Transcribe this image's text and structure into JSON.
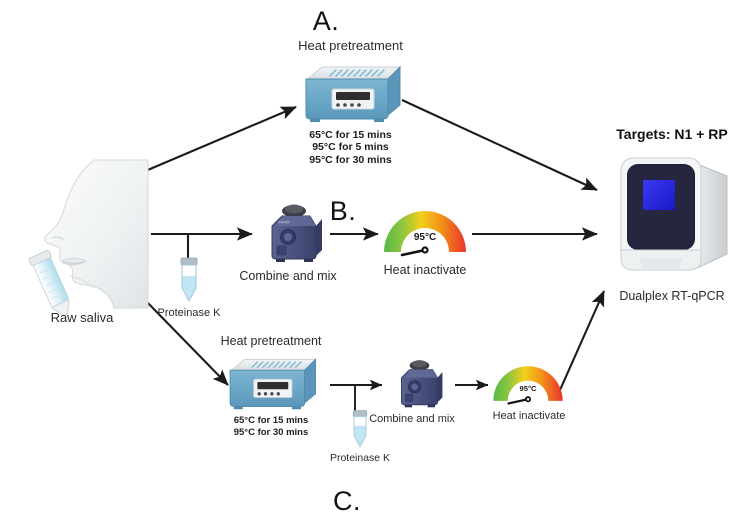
{
  "figure": {
    "panels": [
      {
        "id": "A",
        "label": "A."
      },
      {
        "id": "B",
        "label": "B."
      },
      {
        "id": "C",
        "label": "C."
      }
    ]
  },
  "sample": {
    "label": "Raw saliva",
    "icon": "face-profile-with-saliva-tube-icon"
  },
  "panel_a": {
    "letter": "A.",
    "heat_title": "Heat pretreatment",
    "conditions": [
      "65°C for 15 mins",
      "95°C for 5 mins",
      "95°C for 30 mins"
    ],
    "icon": "heat-block-icon"
  },
  "panel_b": {
    "letter": "B.",
    "reagent_label": "Proteinase K",
    "mix_label": "Combine and mix",
    "inactivate_label": "Heat inactivate",
    "gauge_value": "95°C",
    "icons": {
      "reagent": "microcentrifuge-tube-icon",
      "mixer": "vortex-mixer-icon",
      "gauge": "temperature-gauge-icon"
    }
  },
  "panel_c": {
    "letter": "C.",
    "heat_title": "Heat pretreatment",
    "conditions": [
      "65°C for 15 mins",
      "95°C for 30 mins"
    ],
    "reagent_label": "Proteinase K",
    "mix_label": "Combine and mix",
    "inactivate_label": "Heat inactivate",
    "gauge_value": "95°C",
    "icons": {
      "heat_block": "heat-block-icon",
      "reagent": "microcentrifuge-tube-icon",
      "mixer": "vortex-mixer-icon",
      "gauge": "temperature-gauge-icon"
    }
  },
  "instrument": {
    "targets_title": "Targets: N1 + RP",
    "name": "Dualplex RT-qPCR",
    "icon": "qpcr-thermocycler-icon"
  },
  "colors": {
    "heat_block_body": "#6aa7c8",
    "heat_block_top": "#e3e7e9",
    "mixer_body": "#4b5384",
    "tube_liquid": "#bfe6f2",
    "instrument_screen": "#2a2ae0",
    "instrument_front": "#23233a",
    "gauge_green": "#63b84a",
    "gauge_yellow": "#f2c513",
    "gauge_orange": "#f08a1c",
    "gauge_red": "#e8342a",
    "arrow": "#1b1b1b",
    "text": "#2b2b2b"
  }
}
